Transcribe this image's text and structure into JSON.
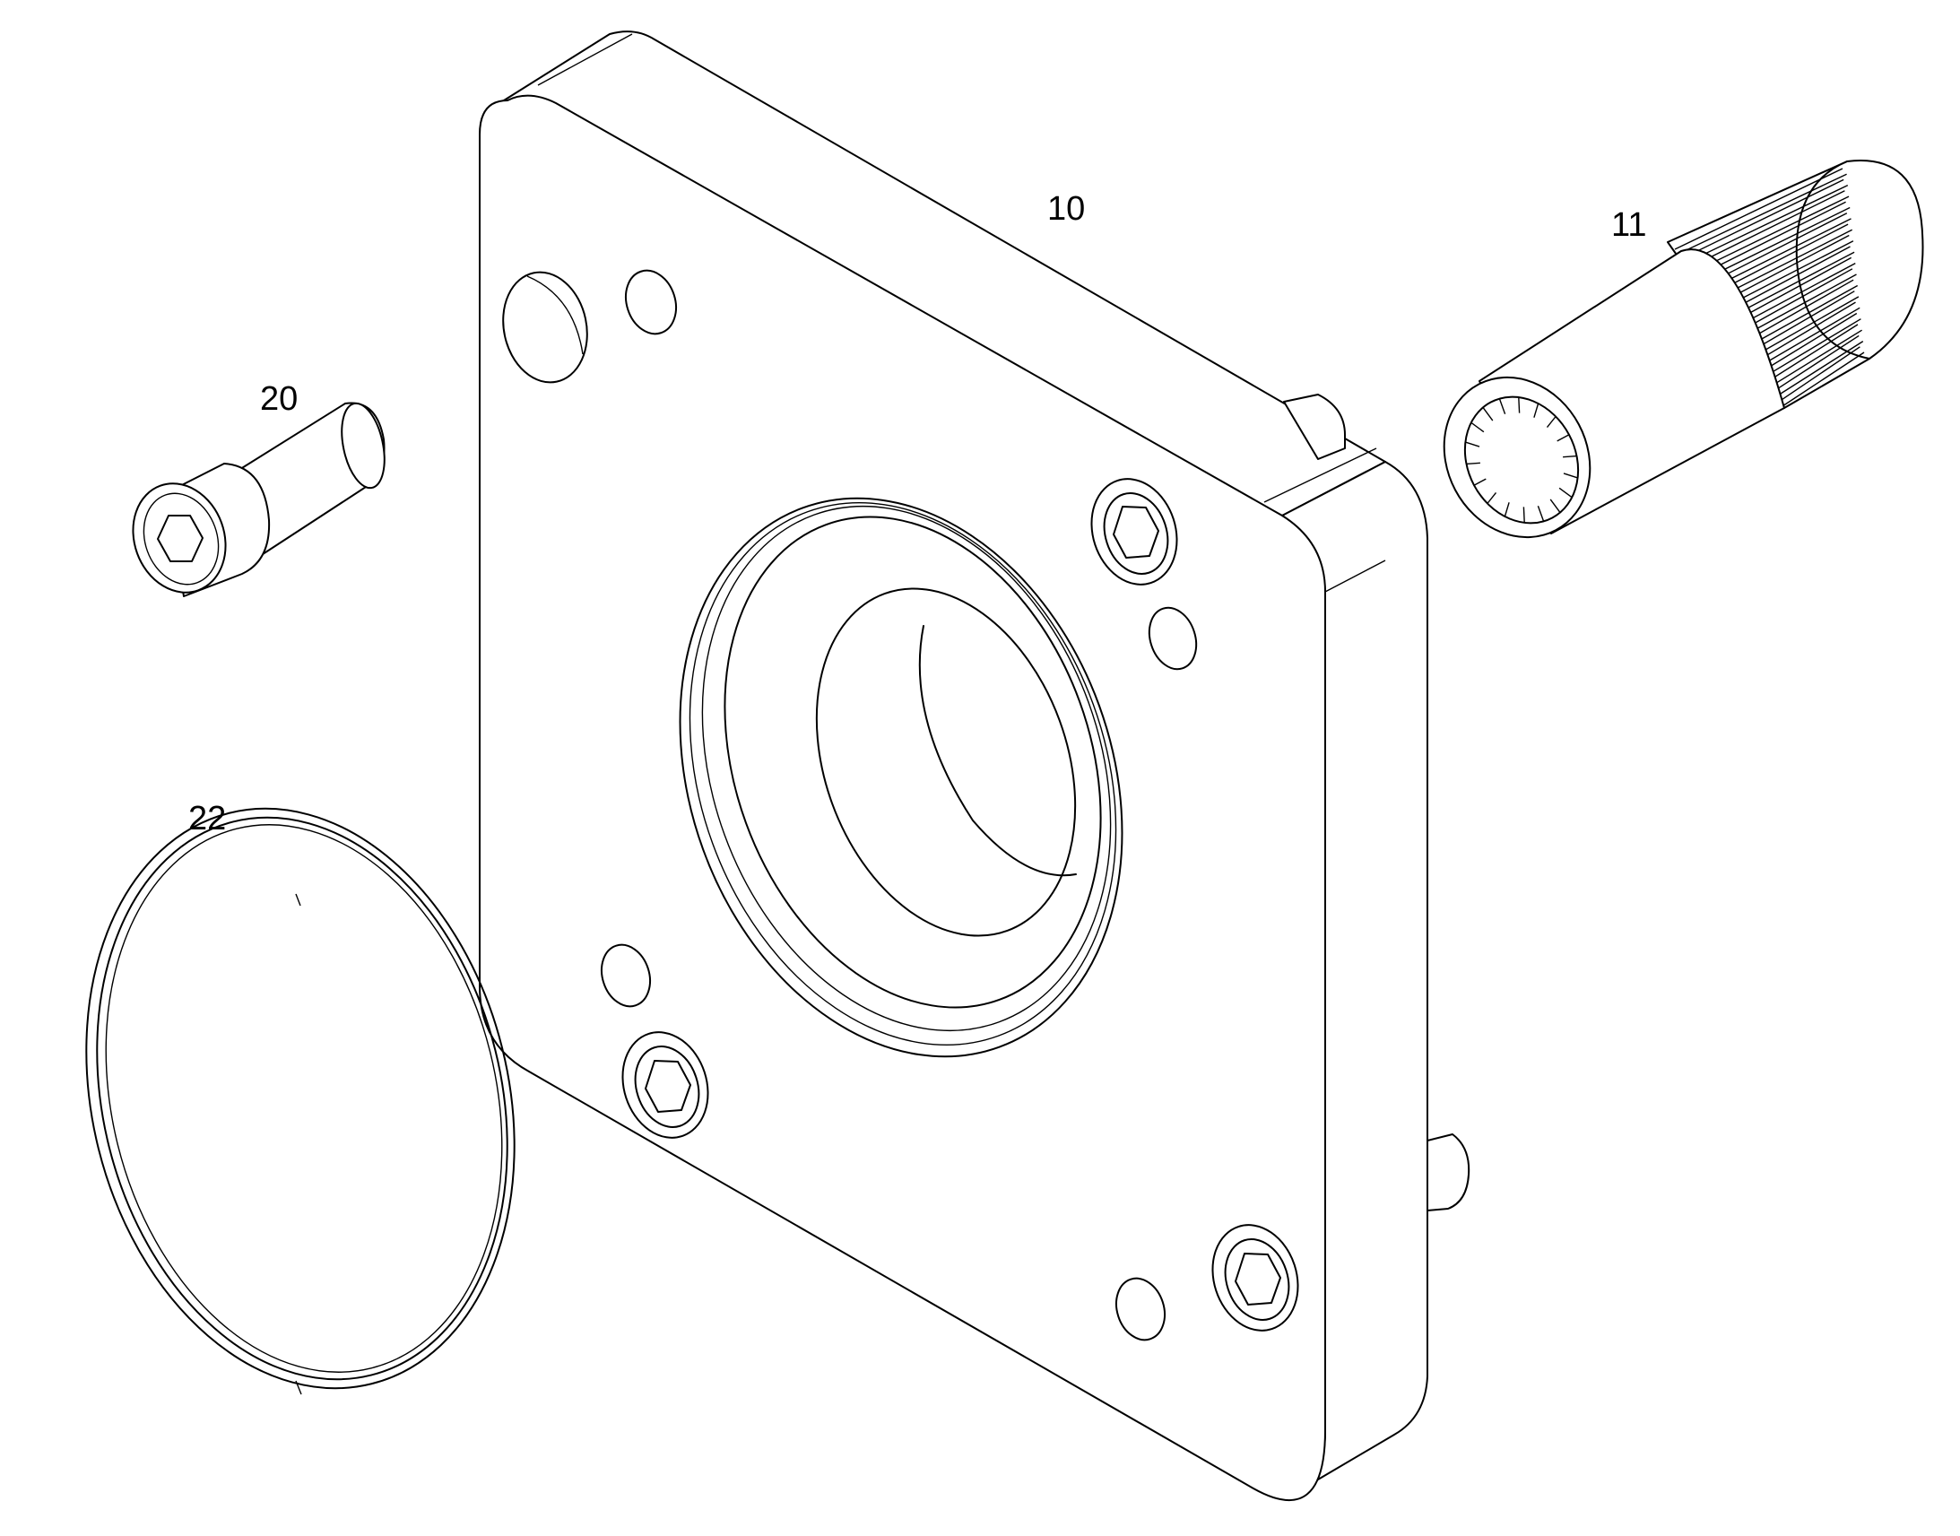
{
  "parts": [
    {
      "id": "part-flange-plate",
      "label": "10"
    },
    {
      "id": "part-splined-coupling",
      "label": "11"
    },
    {
      "id": "part-socket-head-screw",
      "label": "20"
    },
    {
      "id": "part-o-ring",
      "label": "22"
    }
  ],
  "colors": {
    "line": "#000000",
    "background": "#ffffff"
  }
}
